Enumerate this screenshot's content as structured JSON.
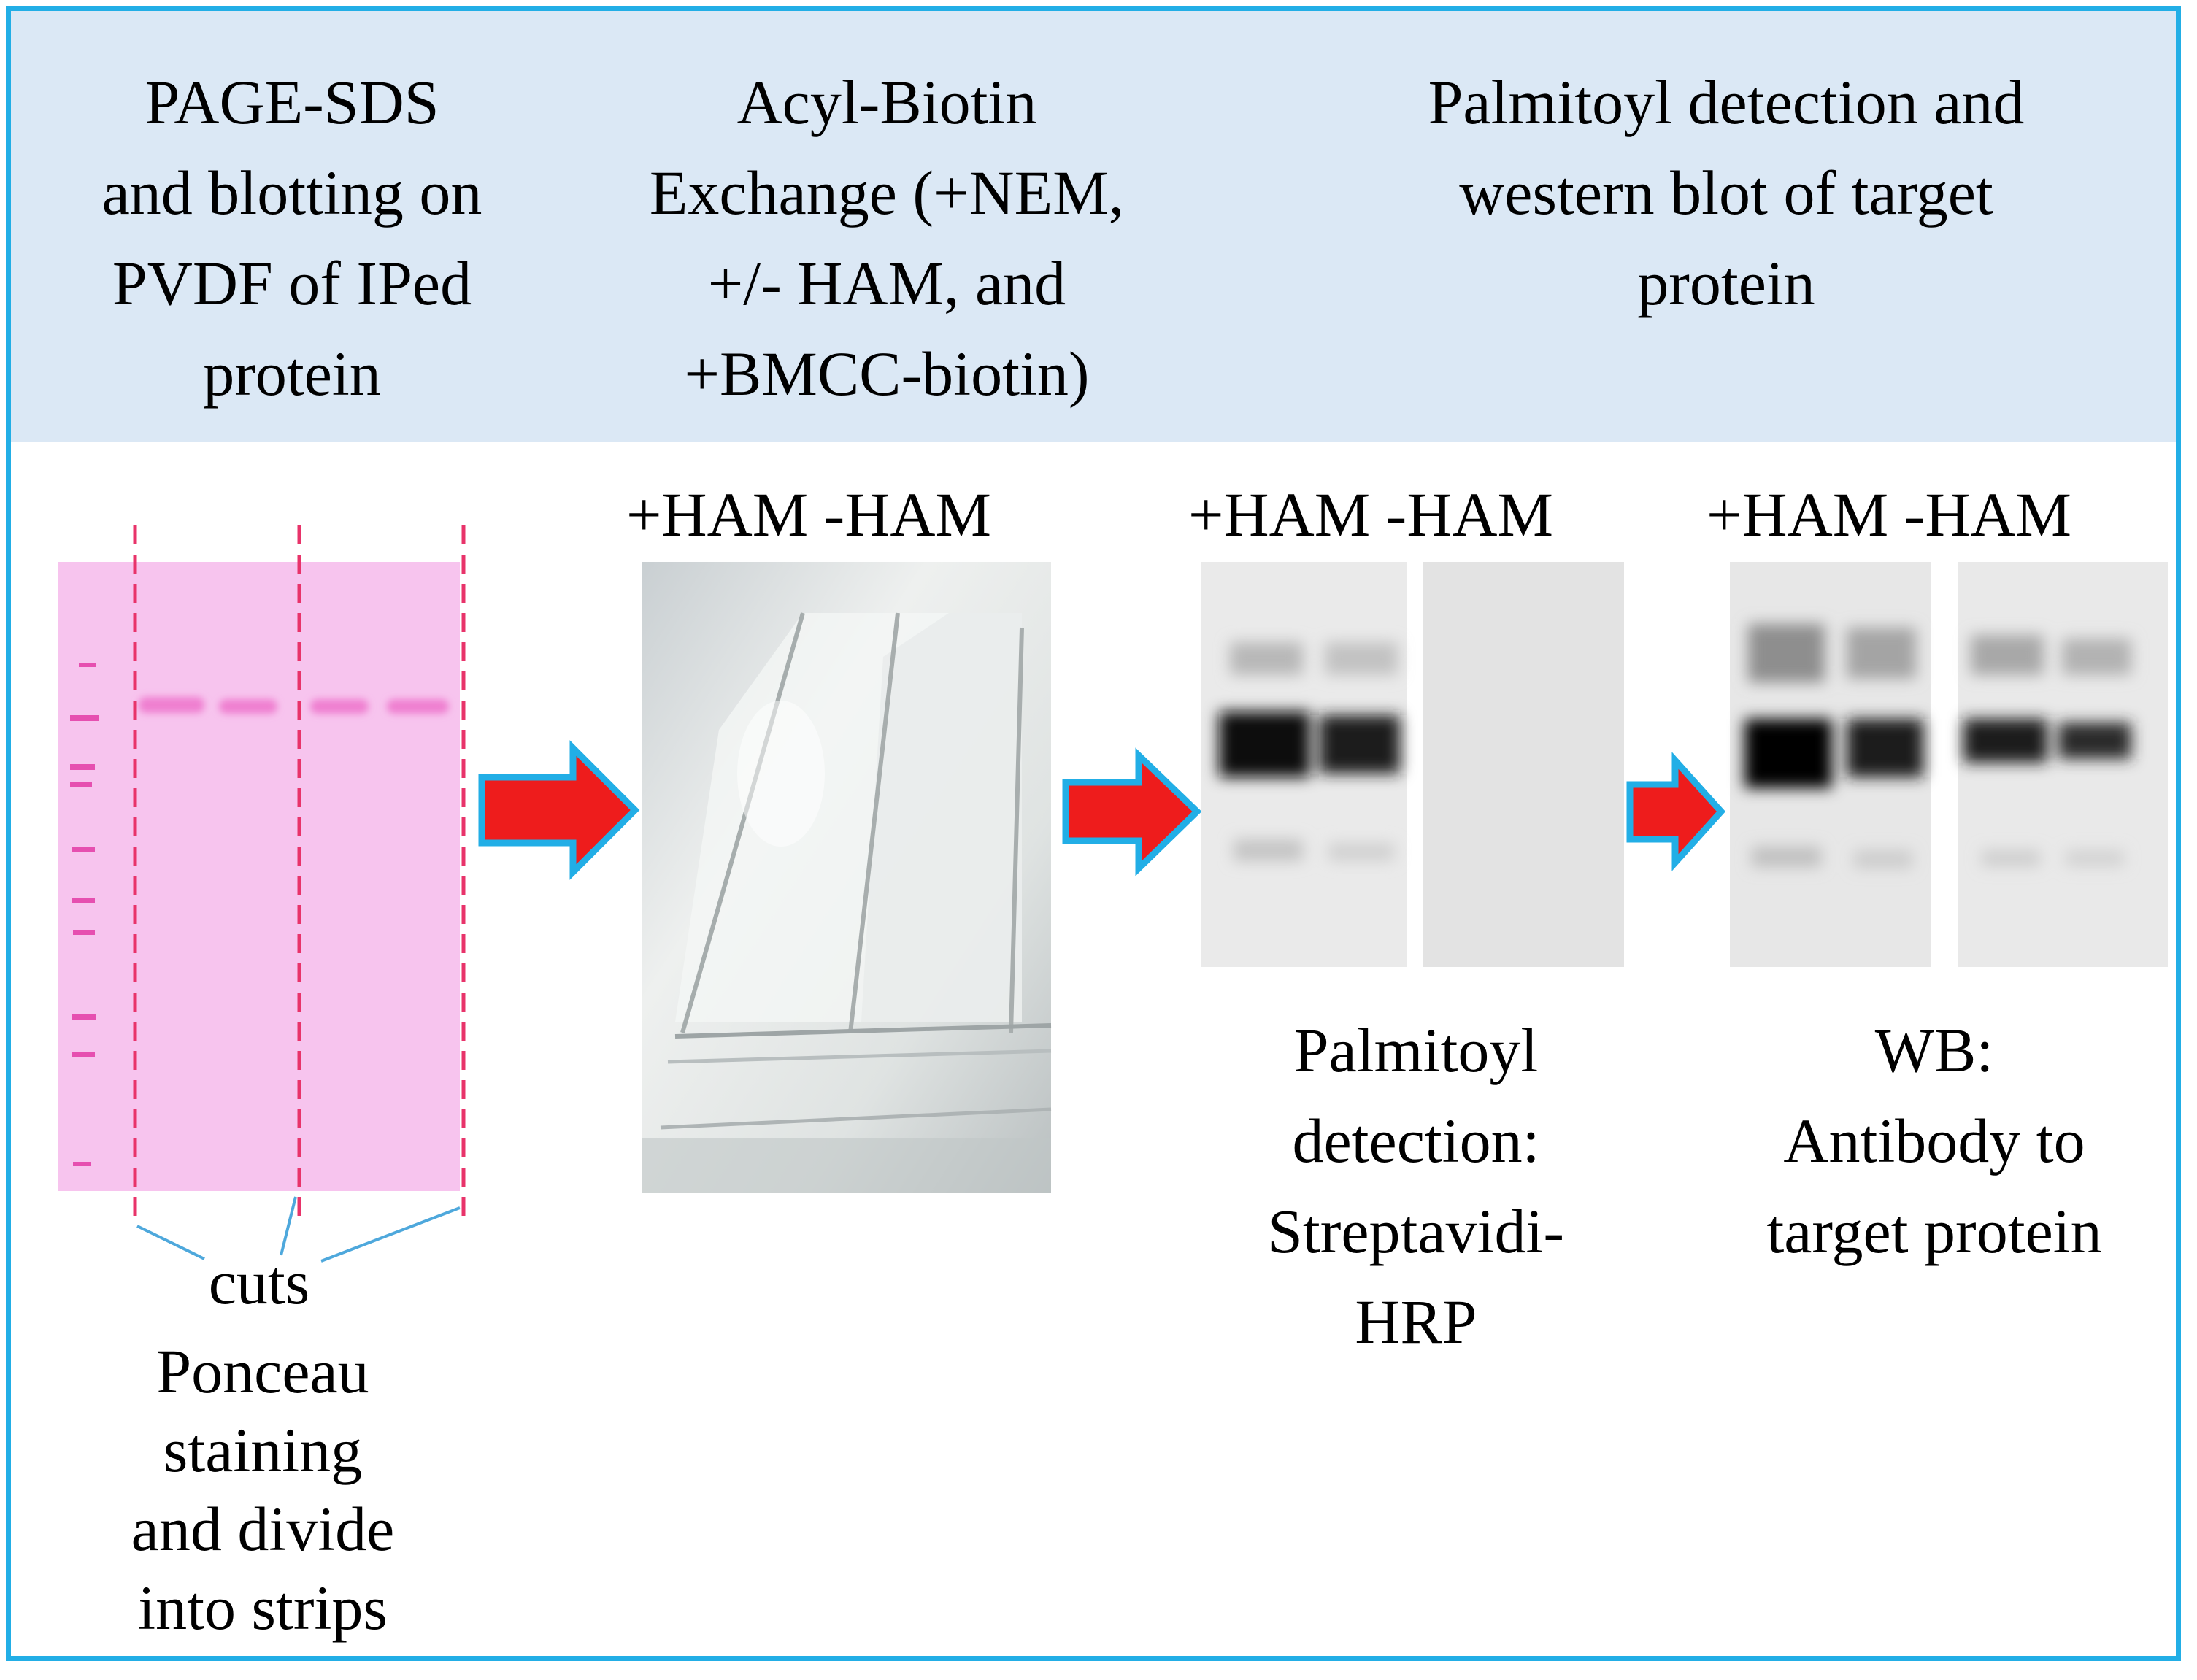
{
  "header": {
    "step1": "PAGE-SDS\nand blotting on\nPVDF of  IPed\nprotein",
    "step2": "Acyl-Biotin\nExchange (+NEM,\n+/- HAM, and\n+BMCC-biotin)",
    "step3": "Palmitoyl detection and\nwestern blot of target\nprotein"
  },
  "lane_labels": {
    "abe": "+HAM -HAM",
    "palmitoyl": "+HAM -HAM",
    "wb": "+HAM -HAM"
  },
  "captions": {
    "cuts": "cuts",
    "ponceau": "Ponceau\nstaining\nand divide\ninto strips",
    "palmitoyl": "Palmitoyl\ndetection:\nStreptavidi-\nHRP",
    "wb": "WB:\nAntibody to\ntarget protein"
  },
  "colors": {
    "border": "#22aee6",
    "header_bg": "#dbe8f5",
    "arrow_fill": "#ee1c1c",
    "arrow_outline": "#22aee6",
    "membrane": "#f7c4ee",
    "cut_line": "#e8336a"
  }
}
